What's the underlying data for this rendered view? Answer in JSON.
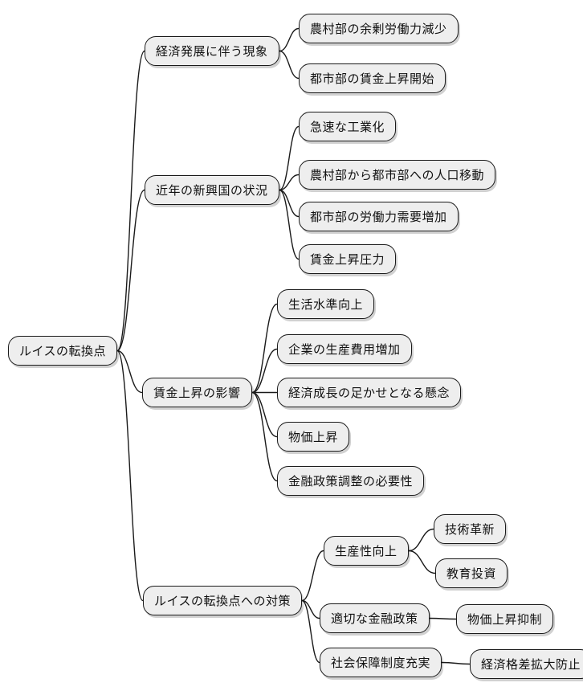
{
  "diagram": {
    "type": "mindmap",
    "title": "ルイスの転換点",
    "colors": {
      "background": "#ffffff",
      "node_fill": "#eeeeee",
      "node_border": "#1a1a1a",
      "edge": "#1a1a1a",
      "text": "#111111"
    }
  },
  "nodes": [
    {
      "id": "root",
      "parent": null,
      "label": "ルイスの転換点"
    },
    {
      "id": "n1",
      "parent": "root",
      "label": "経済発展に伴う現象"
    },
    {
      "id": "n1a",
      "parent": "n1",
      "label": "農村部の余剰労働力減少"
    },
    {
      "id": "n1b",
      "parent": "n1",
      "label": "都市部の賃金上昇開始"
    },
    {
      "id": "n2",
      "parent": "root",
      "label": "近年の新興国の状況"
    },
    {
      "id": "n2a",
      "parent": "n2",
      "label": "急速な工業化"
    },
    {
      "id": "n2b",
      "parent": "n2",
      "label": "農村部から都市部への人口移動"
    },
    {
      "id": "n2c",
      "parent": "n2",
      "label": "都市部の労働力需要増加"
    },
    {
      "id": "n2d",
      "parent": "n2",
      "label": "賃金上昇圧力"
    },
    {
      "id": "n3",
      "parent": "root",
      "label": "賃金上昇の影響"
    },
    {
      "id": "n3a",
      "parent": "n3",
      "label": "生活水準向上"
    },
    {
      "id": "n3b",
      "parent": "n3",
      "label": "企業の生産費用増加"
    },
    {
      "id": "n3c",
      "parent": "n3",
      "label": "経済成長の足かせとなる懸念"
    },
    {
      "id": "n3d",
      "parent": "n3",
      "label": "物価上昇"
    },
    {
      "id": "n3e",
      "parent": "n3",
      "label": "金融政策調整の必要性"
    },
    {
      "id": "n4",
      "parent": "root",
      "label": "ルイスの転換点への対策"
    },
    {
      "id": "n4a",
      "parent": "n4",
      "label": "生産性向上"
    },
    {
      "id": "n4a1",
      "parent": "n4a",
      "label": "技術革新"
    },
    {
      "id": "n4a2",
      "parent": "n4a",
      "label": "教育投資"
    },
    {
      "id": "n4b",
      "parent": "n4",
      "label": "適切な金融政策"
    },
    {
      "id": "n4b1",
      "parent": "n4b",
      "label": "物価上昇抑制"
    },
    {
      "id": "n4c",
      "parent": "n4",
      "label": "社会保障制度充実"
    },
    {
      "id": "n4c1",
      "parent": "n4c",
      "label": "経済格差拡大防止"
    }
  ]
}
